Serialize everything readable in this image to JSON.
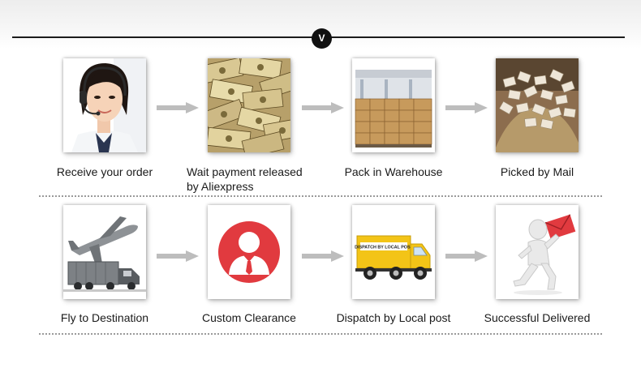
{
  "header": {
    "badge": "V"
  },
  "steps": [
    {
      "label": "Receive your order",
      "icon": "customer-service-photo"
    },
    {
      "label": "Wait payment released\nby Aliexpress",
      "icon": "money-photo"
    },
    {
      "label": "Pack in Warehouse",
      "icon": "warehouse-photo"
    },
    {
      "label": "Picked by Mail",
      "icon": "parcels-photo"
    },
    {
      "label": "Fly to Destination",
      "icon": "airplane-photo"
    },
    {
      "label": "Custom Clearance",
      "icon": "customs-officer-icon"
    },
    {
      "label": "Dispatch by Local post",
      "icon": "delivery-truck-photo"
    },
    {
      "label": "Successful Delivered",
      "icon": "delivered-mail-figure"
    }
  ],
  "truck_sign": "DISPATCH BY LOCAL POST",
  "colors": {
    "arrow": "#bdbdbd",
    "accent_red": "#e13a3f",
    "truck_yellow": "#f3c417",
    "text": "#1a1a1a"
  }
}
